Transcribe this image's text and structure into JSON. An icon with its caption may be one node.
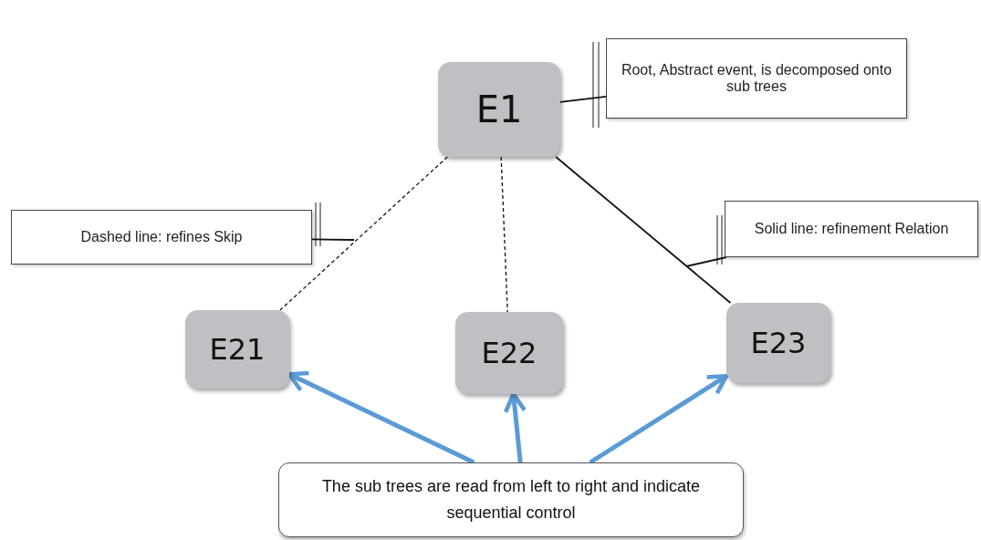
{
  "diagram": {
    "nodes": [
      {
        "text": [
          "E1"
        ]
      },
      {
        "text": [
          "E21"
        ]
      },
      {
        "text": [
          "E22"
        ]
      },
      {
        "text": [
          "E23"
        ]
      },
      {
        "text": [
          "Root, Abstract event, is decomposed onto sub trees"
        ]
      },
      {
        "text": [
          "Dashed line: refines Skip"
        ]
      },
      {
        "text": [
          "Solid line: refinement Relation"
        ]
      },
      {
        "text": [
          "The sub trees are read from left to right and indicate sequential control"
        ]
      }
    ],
    "edges": [
      {
        "from": 0,
        "to": 1,
        "arrow": "none",
        "style": "dashed"
      },
      {
        "from": 0,
        "to": 2,
        "arrow": "none",
        "style": "dashed"
      },
      {
        "from": 0,
        "to": 3,
        "arrow": "none"
      },
      {
        "from": 4,
        "to": 0,
        "arrow": "none"
      },
      {
        "from": 5,
        "to": null,
        "arrow": "none"
      },
      {
        "from": 6,
        "to": null,
        "arrow": "none"
      },
      {
        "from": 7,
        "to": 1,
        "arrow": "to",
        "style": "thick",
        "color": "#5b9bd5"
      },
      {
        "from": 7,
        "to": 2,
        "arrow": "to",
        "style": "thick",
        "color": "#5b9bd5"
      },
      {
        "from": 7,
        "to": 3,
        "arrow": "to",
        "style": "thick",
        "color": "#5b9bd5"
      }
    ]
  }
}
